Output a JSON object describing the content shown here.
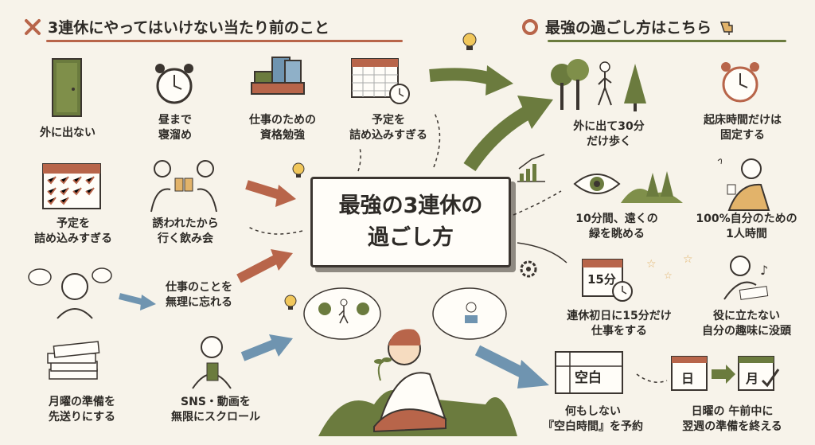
{
  "left_header": {
    "icon": "x-icon",
    "title": "3連休にやってはいけない当たり前のこと",
    "color": "#b8654a"
  },
  "right_header": {
    "icon": "circle-icon",
    "title": "最強の過ごし方はこちら",
    "pointer": "pointing-hand-icon",
    "color": "#6b7b3e"
  },
  "center_title": "最強の3連休の\n過ごし方",
  "dont_items": [
    {
      "id": "stay-inside",
      "label": "外に出ない",
      "icon": "door-icon"
    },
    {
      "id": "sleep-noon",
      "label": "昼まで\n寝溜め",
      "icon": "alarm-clock-icon"
    },
    {
      "id": "cert-study",
      "label": "仕事のための\n資格勉強",
      "icon": "books-icon"
    },
    {
      "id": "overbook-top",
      "label": "予定を\n詰め込みすぎる",
      "icon": "calendar-clock-icon"
    },
    {
      "id": "overbook-left",
      "label": "予定を\n詰め込みすぎる",
      "icon": "calendar-icon"
    },
    {
      "id": "drinking",
      "label": "誘われたから\n行く飲み会",
      "icon": "toast-people-icon"
    },
    {
      "id": "forget-work",
      "label": "仕事のことを\n無理に忘れる",
      "icon": "worried-person-icon"
    },
    {
      "id": "monday-prep",
      "label": "月曜の準備を\n先送りにする",
      "icon": "paper-stack-icon"
    },
    {
      "id": "sns-scroll",
      "label": "SNS・動画を\n無限にスクロール",
      "icon": "phone-person-icon"
    }
  ],
  "do_items": [
    {
      "id": "walk",
      "label": "外に出て30分\nだけ歩く",
      "icon": "walking-trees-icon"
    },
    {
      "id": "fixed-wake",
      "label": "起床時間だけは\n固定する",
      "icon": "alarm-clock-icon"
    },
    {
      "id": "green",
      "label": "10分間、遠くの\n緑を眺める",
      "icon": "eye-trees-icon"
    },
    {
      "id": "me-time",
      "label": "100%自分のための\n1人時間",
      "icon": "relaxing-person-icon"
    },
    {
      "id": "work-15",
      "label": "連休初日に15分だけ\n仕事をする",
      "icon": "calendar-15min-icon",
      "calendar_text": "15分"
    },
    {
      "id": "hobby",
      "label": "役に立たない\n自分の趣味に没頭",
      "icon": "drawing-person-icon"
    },
    {
      "id": "blank-time",
      "label": "何もしない\n『空白時間』を予約",
      "icon": "blank-calendar-icon",
      "calendar_text": "空白"
    },
    {
      "id": "sunday-prep",
      "label": "日曜の 午前中に\n翌週の準備を終える",
      "icon": "sun-mon-calendar-icon",
      "cal_from": "日",
      "cal_to": "月"
    }
  ]
}
